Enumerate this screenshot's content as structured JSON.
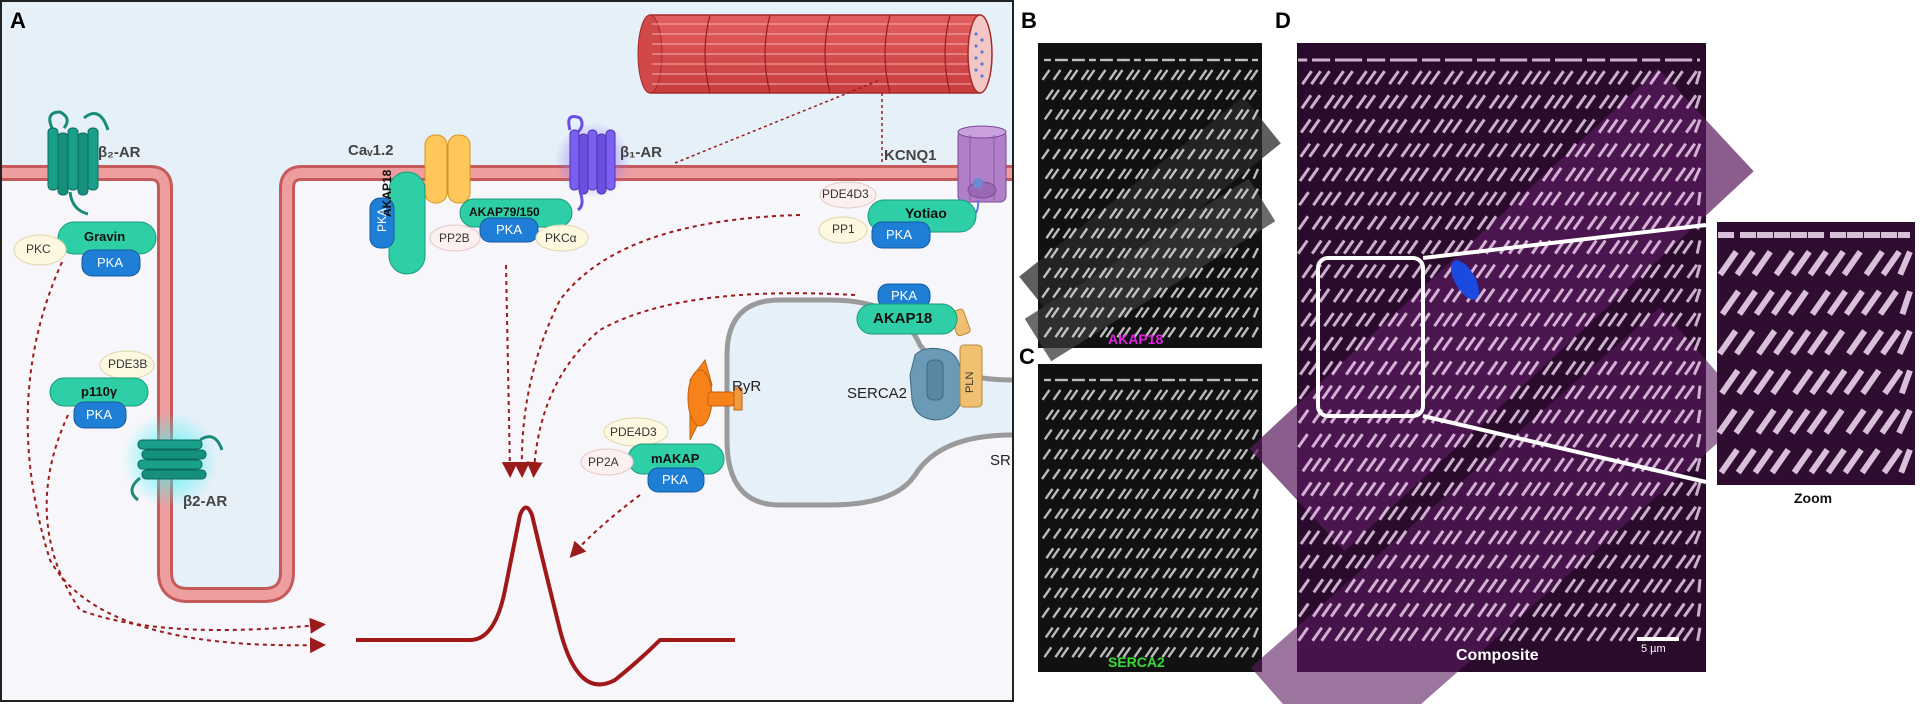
{
  "panels": {
    "a": "A",
    "b": "B",
    "c": "C",
    "d": "D"
  },
  "diagram": {
    "receptors": {
      "beta2_top": "β₂-AR",
      "beta2_bottom": "β2-AR",
      "beta1": "β₁-AR",
      "cav": "Caᵥ1.2",
      "kcnq1": "KCNQ1"
    },
    "complexes": {
      "gravin": {
        "anchor": "Gravin",
        "pka": "PKA",
        "pkc": "PKC"
      },
      "p110": {
        "anchor": "p110γ",
        "pka": "PKA",
        "pde": "PDE3B"
      },
      "akap18_vert": {
        "anchor": "AKAP18",
        "pka": "PKA"
      },
      "akap79": {
        "anchor": "AKAP79/150",
        "pka": "PKA",
        "pp2b": "PP2B",
        "pkc": "PKCα"
      },
      "yotiao": {
        "anchor": "Yotiao",
        "pka": "PKA",
        "pp1": "PP1",
        "pde": "PDE4D3"
      },
      "akap18_sr": {
        "anchor": "AKAP18",
        "pka": "PKA"
      },
      "makap": {
        "anchor": "mAKAP",
        "pka": "PKA",
        "pp2a": "PP2A",
        "pde": "PDE4D3"
      }
    },
    "sr": {
      "ryr": "RyR",
      "serca": "SERCA2",
      "pln": "PLN",
      "sr": "SR"
    }
  },
  "micrographs": {
    "b_label": "AKAP18",
    "c_label": "SERCA2",
    "d_label": "Composite",
    "scale": "5 µm",
    "zoom": "Zoom"
  },
  "colors": {
    "membrane": "#e08d8d",
    "anchor": "#2ecfa6",
    "pka": "#1f7fd6",
    "arrow": "#9b1b1b",
    "akap18_chan": "#e020e0",
    "serca2_chan": "#33dd33"
  }
}
